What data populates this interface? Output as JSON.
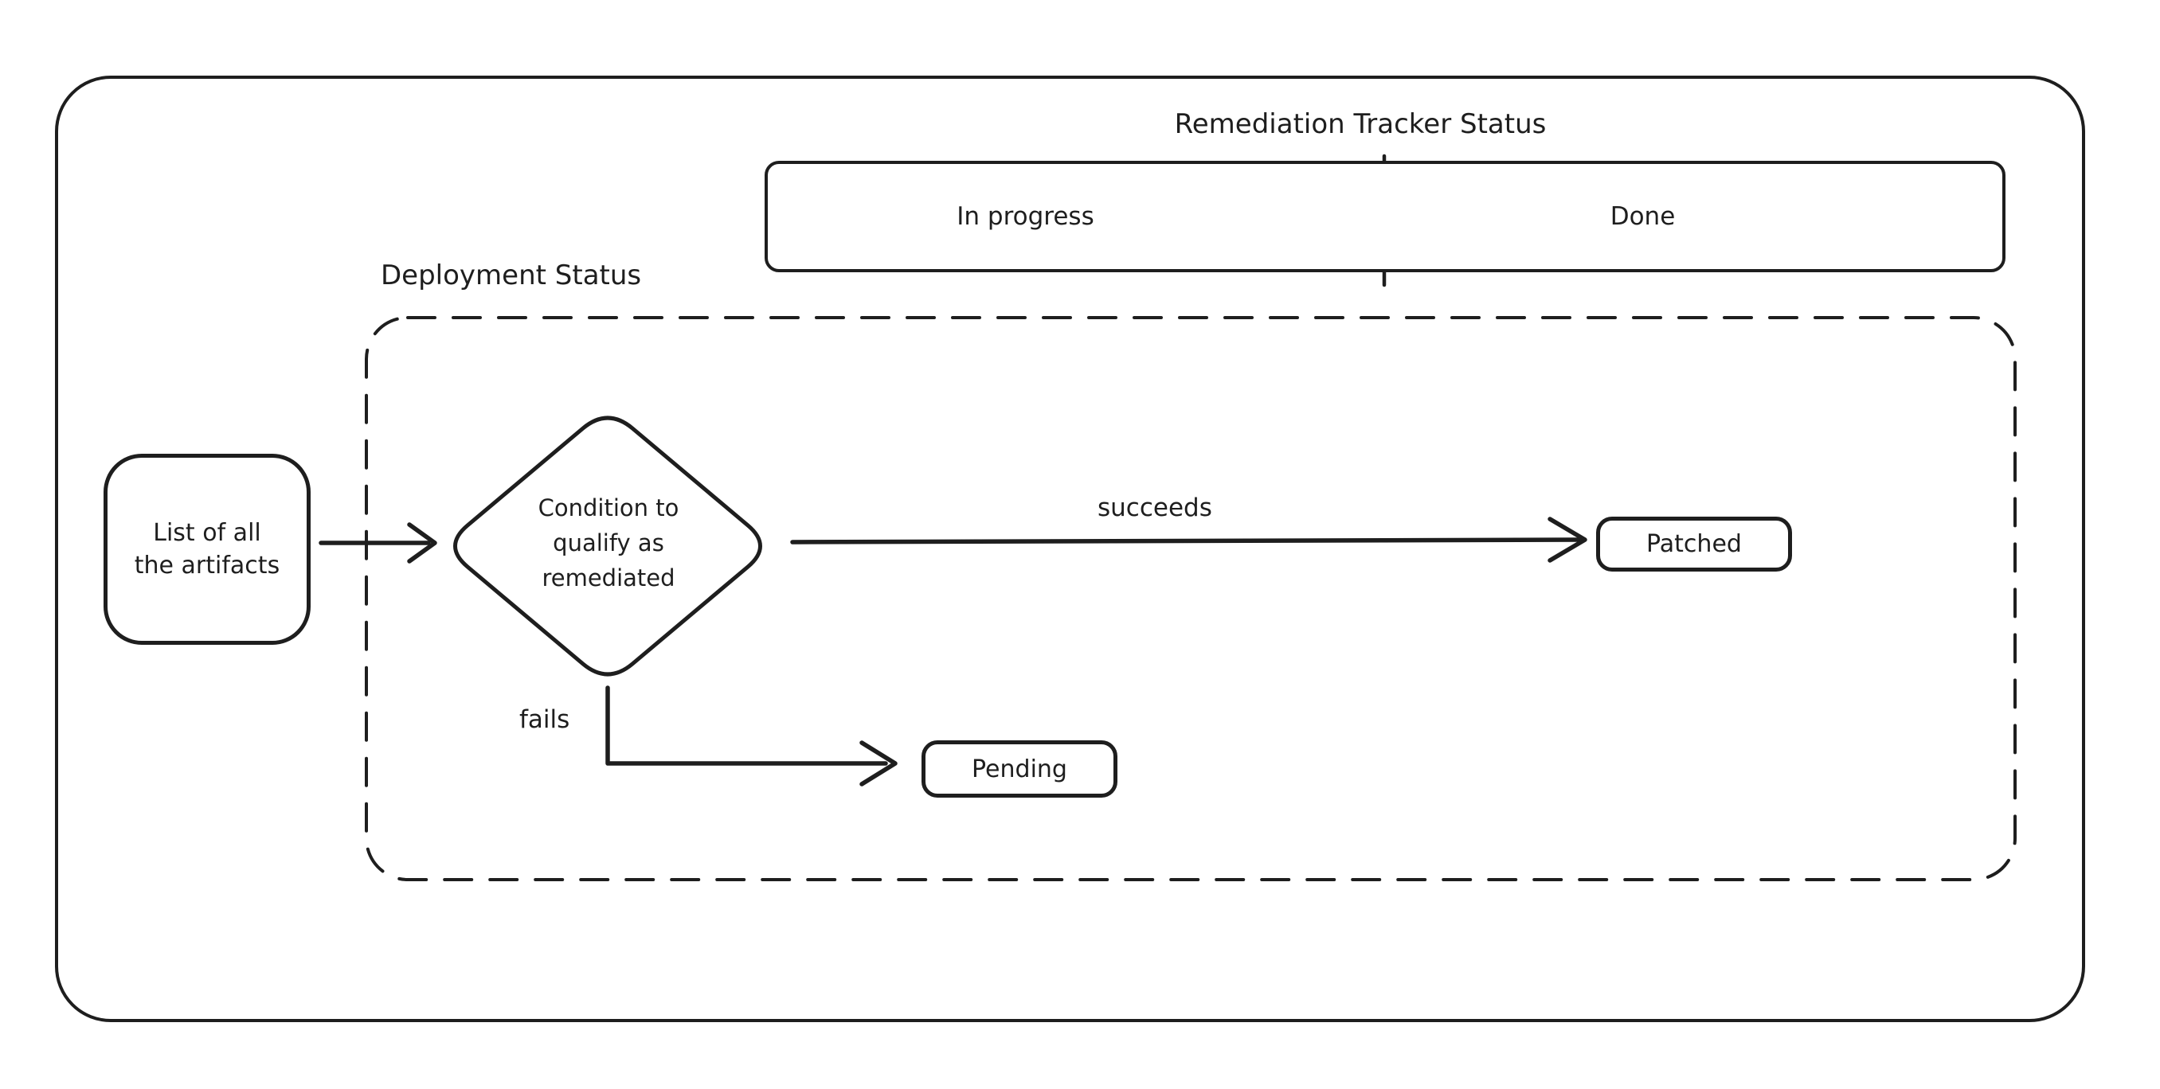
{
  "colors": {
    "background": "#ffffff",
    "stroke": "#1e1e1e"
  },
  "tracker": {
    "title": "Remediation Tracker Status",
    "columns": [
      {
        "label": "In progress"
      },
      {
        "label": "Done"
      }
    ]
  },
  "deployment": {
    "title": "Deployment Status",
    "artifacts": {
      "lines": [
        "List of all",
        "the artifacts"
      ]
    },
    "condition": {
      "lines": [
        "Condition to",
        "qualify as",
        "remediated"
      ]
    },
    "patched": {
      "label": "Patched"
    },
    "pending": {
      "label": "Pending"
    },
    "edges": {
      "succeeds": "succeeds",
      "fails": "fails"
    }
  }
}
